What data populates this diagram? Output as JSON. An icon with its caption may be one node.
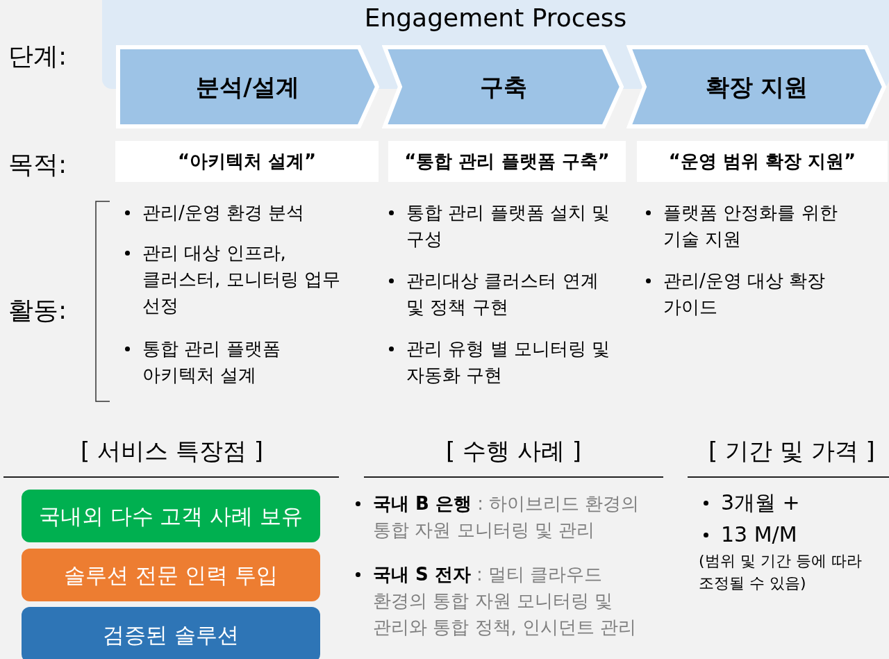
{
  "diagram": {
    "nodes": [
      {
        "text": [
          "Engagement Process"
        ]
      },
      {
        "text": [
          "분석/설계"
        ]
      },
      {
        "text": [
          "구축"
        ]
      },
      {
        "text": [
          "확장 지원"
        ]
      },
      {
        "text": [
          "“아키텍처 설계”"
        ]
      },
      {
        "text": [
          "“통합 관리 플랫폼 구축”"
        ]
      },
      {
        "text": [
          "“운영 범위 확장 지원”"
        ]
      },
      {
        "text": [
          "국내외 다수 고객 사례 보유"
        ]
      },
      {
        "text": [
          "솔루션 전문 인력 투입"
        ]
      },
      {
        "text": [
          "검증된 솔루션"
        ]
      }
    ],
    "labels": [
      "단계:",
      "목적:",
      "활동:",
      "관리/운영 환경 분석",
      "관리 대상 인프라, 클러스터, 모니터링 업무 선정",
      "통합 관리 플랫폼 아키텍처 설계",
      "통합 관리 플랫폼 설치 및 구성",
      "관리대상 클러스터 연계 및 정책 구현",
      "관리 유형 별 모니터링 및 자동화 구현",
      "플랫폼 안정화를 위한 기술 지원",
      "관리/운영 대상 확장 가이드",
      "[ 서비스 특장점 ]",
      "[ 수행 사례 ]",
      "[ 기간 및 가격 ]",
      "**국내 B 은행** : 하이브리드 환경의 통합 자원 모니터링 및 관리",
      "**국내 S 전자** : 멀티 클라우드 환경의 통합 자원 모니터링 및 관리와 통합 정책, 인시던트 관리",
      "3개월 +",
      "13 M/M",
      "(범위 및 기간 등에 따라 조정될 수 있음)"
    ]
  }
}
